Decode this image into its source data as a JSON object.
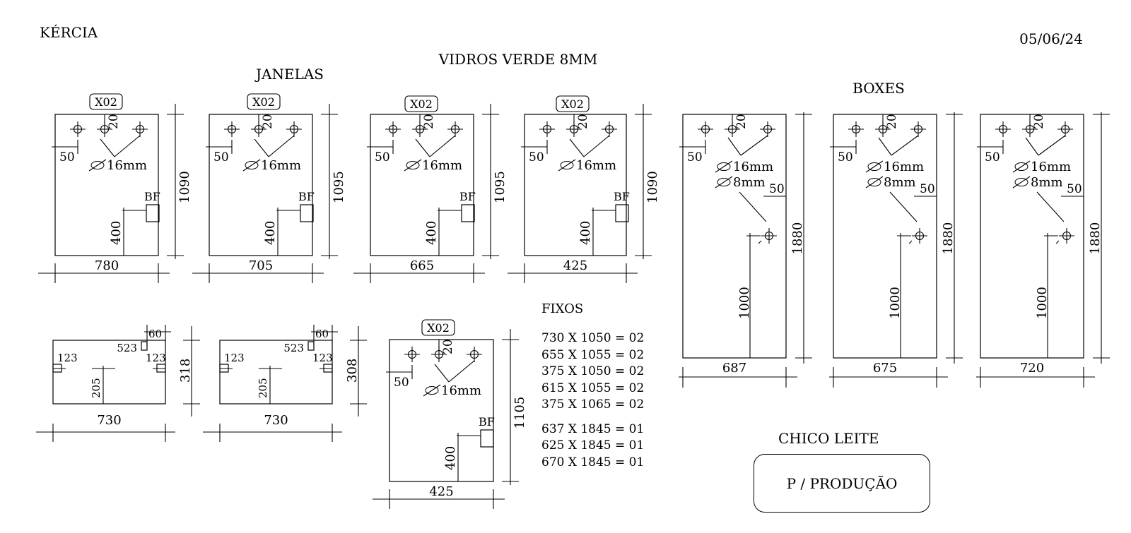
{
  "header": {
    "client": "KÉRCIA",
    "date": "05/06/24",
    "material": "VIDROS VERDE 8MM",
    "janelas_title": "JANELAS",
    "boxes_title": "BOXES",
    "fixos_title": "FIXOS"
  },
  "janelas": [
    {
      "tag": "X02",
      "width": "780",
      "height": "1090",
      "hole_offset": "20",
      "edge_offset": "50",
      "hole_label": "16mm",
      "bf_label": "BF",
      "bf_height": "400"
    },
    {
      "tag": "X02",
      "width": "705",
      "height": "1095",
      "hole_offset": "20",
      "edge_offset": "50",
      "hole_label": "16mm",
      "bf_label": "BF",
      "bf_height": "400"
    },
    {
      "tag": "X02",
      "width": "665",
      "height": "1095",
      "hole_offset": "20",
      "edge_offset": "50",
      "hole_label": "16mm",
      "bf_label": "BF",
      "bf_height": "400"
    },
    {
      "tag": "X02",
      "width": "425",
      "height": "1090",
      "hole_offset": "20",
      "edge_offset": "50",
      "hole_label": "16mm",
      "bf_label": "BF",
      "bf_height": "400"
    }
  ],
  "janela_extra": {
    "tag": "X02",
    "width": "425",
    "height": "1105",
    "hole_offset": "20",
    "edge_offset": "50",
    "hole_label": "16mm",
    "bf_label": "BF",
    "bf_height": "400"
  },
  "panels": [
    {
      "width": "730",
      "height": "318",
      "top_right": "60",
      "notch": "523",
      "left_mark": "123",
      "right_mark": "123",
      "center": "205"
    },
    {
      "width": "730",
      "height": "308",
      "top_right": "60",
      "notch": "523",
      "left_mark": "123",
      "right_mark": "123",
      "center": "205"
    }
  ],
  "boxes": [
    {
      "width": "687",
      "height": "1880",
      "hole_offset": "20",
      "edge_offset": "50",
      "hole1": "16mm",
      "hole2": "8mm",
      "side": "50",
      "bottom_height": "1000"
    },
    {
      "width": "675",
      "height": "1880",
      "hole_offset": "20",
      "edge_offset": "50",
      "hole1": "16mm",
      "hole2": "8mm",
      "side": "50",
      "bottom_height": "1000"
    },
    {
      "width": "720",
      "height": "1880",
      "hole_offset": "20",
      "edge_offset": "50",
      "hole1": "16mm",
      "hole2": "8mm",
      "side": "50",
      "bottom_height": "1000"
    }
  ],
  "fixos": {
    "group1": [
      "730 X 1050 = 02",
      "655 X 1055 = 02",
      "375 X 1050 = 02",
      "615 X 1055 = 02",
      "375 X 1065 = 02"
    ],
    "group2": [
      "637 X 1845 = 01",
      "625 X 1845 = 01",
      "670 X 1845 = 01"
    ]
  },
  "footer": {
    "signature": "CHICO LEITE",
    "stamp": "P / PRODUÇÃO"
  }
}
